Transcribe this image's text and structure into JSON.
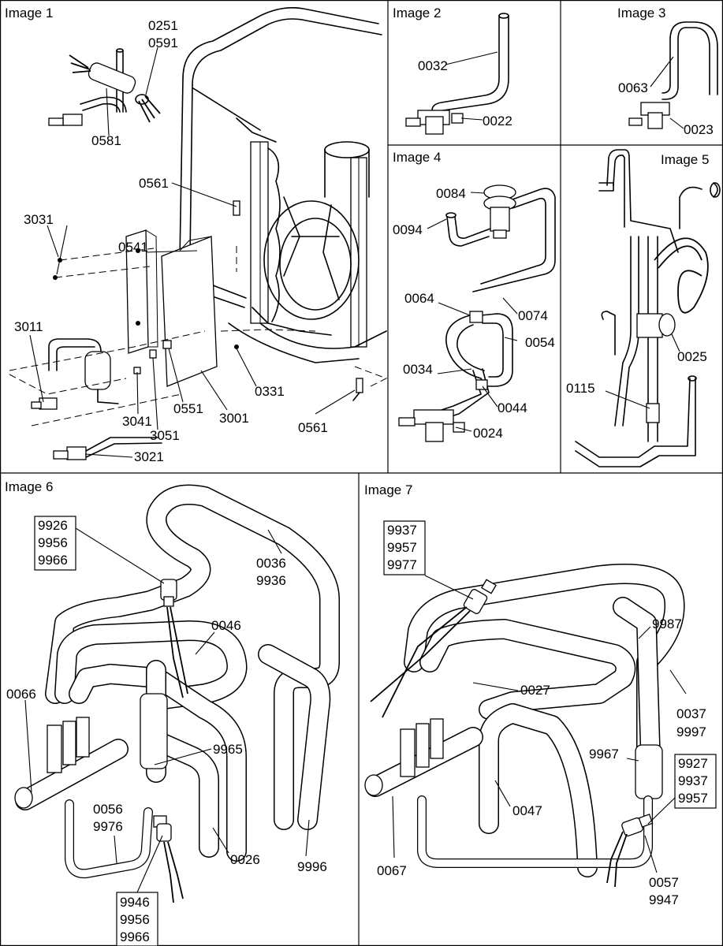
{
  "panels": [
    {
      "title": "Image 1"
    },
    {
      "title": "Image 2"
    },
    {
      "title": "Image 3"
    },
    {
      "title": "Image 4"
    },
    {
      "title": "Image 5"
    },
    {
      "title": "Image 6"
    },
    {
      "title": "Image 7"
    }
  ],
  "image1": {
    "labels": [
      "0251",
      "0591",
      "0581",
      "0561",
      "0541",
      "3031",
      "3011",
      "0551",
      "3001",
      "0331",
      "3041",
      "3051",
      "3021",
      "0561"
    ]
  },
  "image2": {
    "labels": [
      "0032",
      "0022"
    ]
  },
  "image3": {
    "labels": [
      "0063",
      "0023"
    ]
  },
  "image4": {
    "labels": [
      "0084",
      "0094",
      "0064",
      "0074",
      "0054",
      "0034",
      "0044",
      "0024"
    ]
  },
  "image5": {
    "labels": [
      "0025",
      "0115"
    ]
  },
  "image6": {
    "boxed_top": [
      "9926",
      "9956",
      "9966"
    ],
    "labels": [
      "0036",
      "9936",
      "0046",
      "0066",
      "9965",
      "0056",
      "9976",
      "0026",
      "9996"
    ],
    "boxed_bottom": [
      "9946",
      "9956",
      "9966"
    ]
  },
  "image7": {
    "boxed_top": [
      "9937",
      "9957",
      "9977"
    ],
    "labels": [
      "9987",
      "0027",
      "0037",
      "9997",
      "9967",
      "0047",
      "0067",
      "0057",
      "9947"
    ],
    "boxed_right": [
      "9927",
      "9937",
      "9957"
    ]
  }
}
